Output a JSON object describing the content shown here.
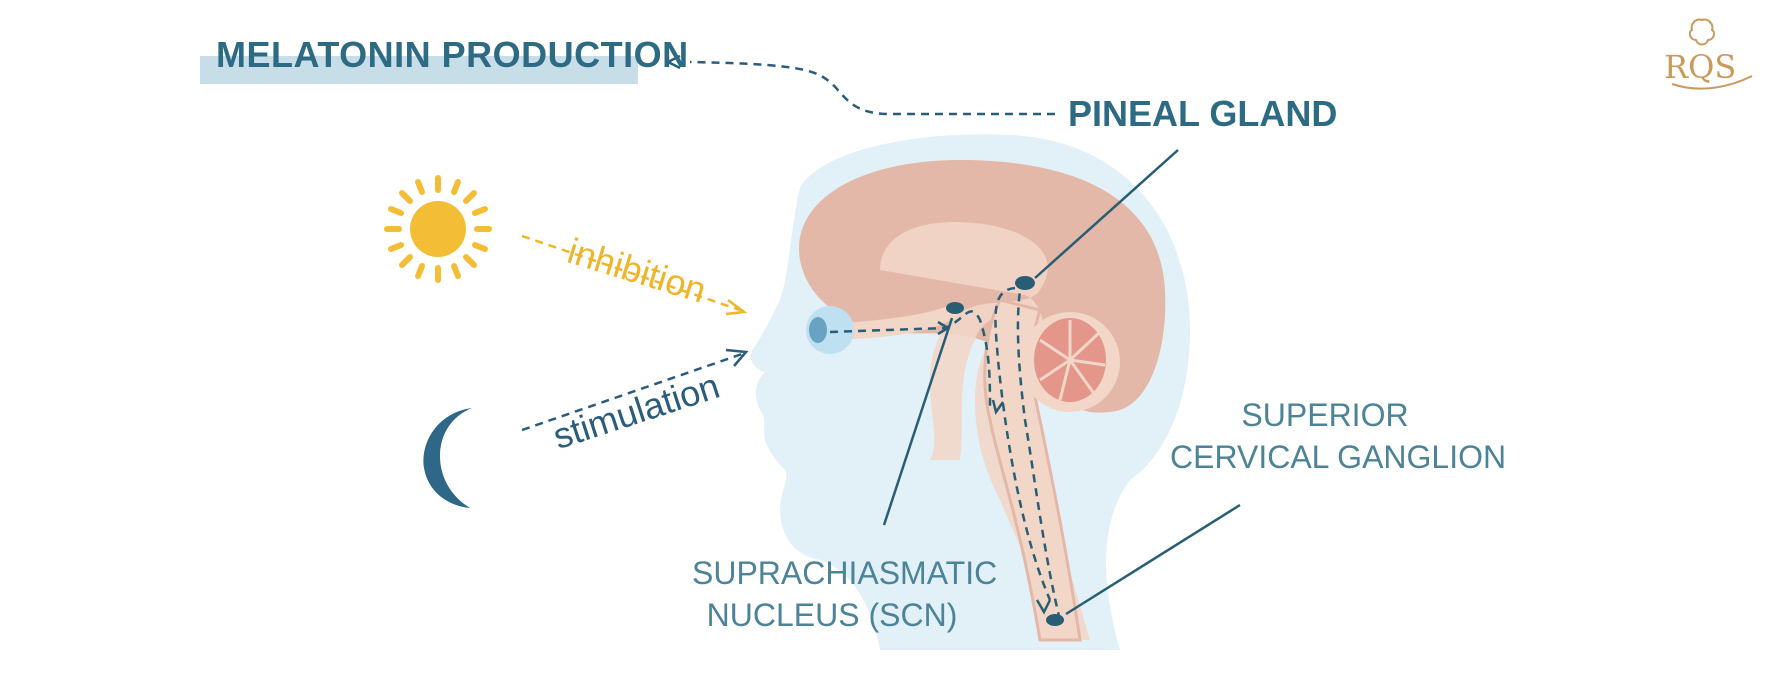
{
  "title": "MELATONIN PRODUCTION",
  "labels": {
    "pineal_gland": "PINEAL GLAND",
    "scn_line1": "SUPRACHIASMATIC",
    "scn_line2": "NUCLEUS (SCN)",
    "scg_line1": "SUPERIOR",
    "scg_line2": "CERVICAL GANGLION",
    "inhibition": "inhibition",
    "stimulation": "stimulation"
  },
  "logo_text": "RQS",
  "icons": [
    "sun-icon",
    "moon-icon",
    "head-profile-illustration",
    "brain-illustration",
    "eye-icon",
    "rqs-lion-logo"
  ],
  "colors": {
    "title_band": "#c7dde8",
    "title_text": "#2d6a84",
    "label_text": "#4d8398",
    "sun": "#f4bd36",
    "moon": "#2f6788",
    "inhibition": "#f0b429",
    "stimulation": "#2b5c7d",
    "head": "#e2f1f8",
    "brain_outer": "#e3b8a8",
    "brain_inner": "#f2d6c8",
    "cerebellum": "#e4968a",
    "gland": "#285e74",
    "logo": "#c99a5b"
  }
}
